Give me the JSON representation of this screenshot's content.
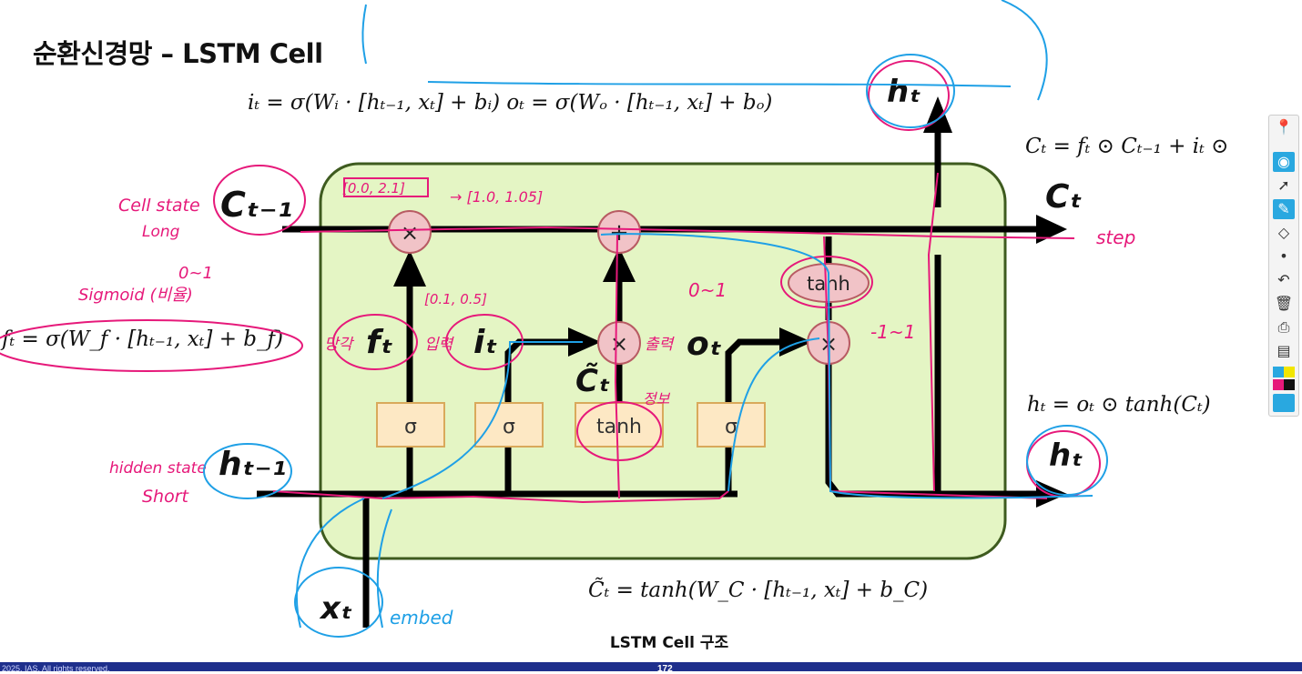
{
  "slide": {
    "title": "순환신경망 – LSTM Cell",
    "caption": "LSTM Cell 구조",
    "footer_left": "2025. IAS. All rights reserved.",
    "page_number": "172"
  },
  "equations": {
    "input_output_gates": "iₜ = σ(Wᵢ · [hₜ₋₁, xₜ] + bᵢ)     oₜ = σ(Wₒ · [hₜ₋₁, xₜ] + bₒ)",
    "cell_state": "Cₜ = fₜ ⊙ Cₜ₋₁ + iₜ ⊙",
    "forget_gate": "fₜ = σ(W_f · [hₜ₋₁, xₜ] + b_f)",
    "hidden_state": "hₜ = oₜ ⊙ tanh(Cₜ)",
    "candidate": "C̃ₜ = tanh(W_C · [hₜ₋₁, xₜ] + b_C)"
  },
  "diagram": {
    "c_prev": "Cₜ₋₁",
    "c_next": "Cₜ",
    "h_prev": "hₜ₋₁",
    "h_out_top": "hₜ",
    "h_out_right": "hₜ",
    "x_in": "xₜ",
    "f_label": "fₜ",
    "i_label": "iₜ",
    "o_label": "oₜ",
    "ctilde_label": "C̃ₜ",
    "mult_symbol": "×",
    "add_symbol": "+",
    "tanh_label": "tanh",
    "gate_boxes": [
      "σ",
      "σ",
      "tanh",
      "σ"
    ]
  },
  "annotations": {
    "cell_state_note": "Cell state",
    "long_note": "Long",
    "hidden_state_note": "hidden state",
    "short_note": "Short",
    "sigmoid_note": "Sigmoid (비율)",
    "zero_one_top": "0~1",
    "zero_one_mid": "0~1",
    "range_note_a": "[0.0, 2.1]",
    "range_note_b": "→ [1.0, 1.05]",
    "range_note_c": "[0.1, 0.5]",
    "forget_kr": "망각",
    "input_kr": "입력",
    "output_kr": "출력",
    "info_kr": "정보",
    "tanh_range": "-1~1",
    "step_note": "step",
    "embed_note": "embed"
  },
  "colors": {
    "cell_fill": "#e4f5c4",
    "cell_border": "#3e5b1f",
    "node_fill": "#f1c3c7",
    "node_border": "#b85b63",
    "gate_fill": "#fde8c4",
    "gate_border": "#d9a95b",
    "pen_pink": "#e6197a",
    "pen_blue": "#1fa0e6",
    "footer": "#1e2f8c"
  },
  "toolbar": {
    "icons": [
      "pin-icon",
      "eye-icon",
      "cursor-icon",
      "pen-icon",
      "eraser-icon",
      "dot-icon",
      "undo-icon",
      "trash-icon",
      "camera-icon",
      "clipboard-icon",
      "palette-icon",
      "color-swatch-icon"
    ]
  }
}
